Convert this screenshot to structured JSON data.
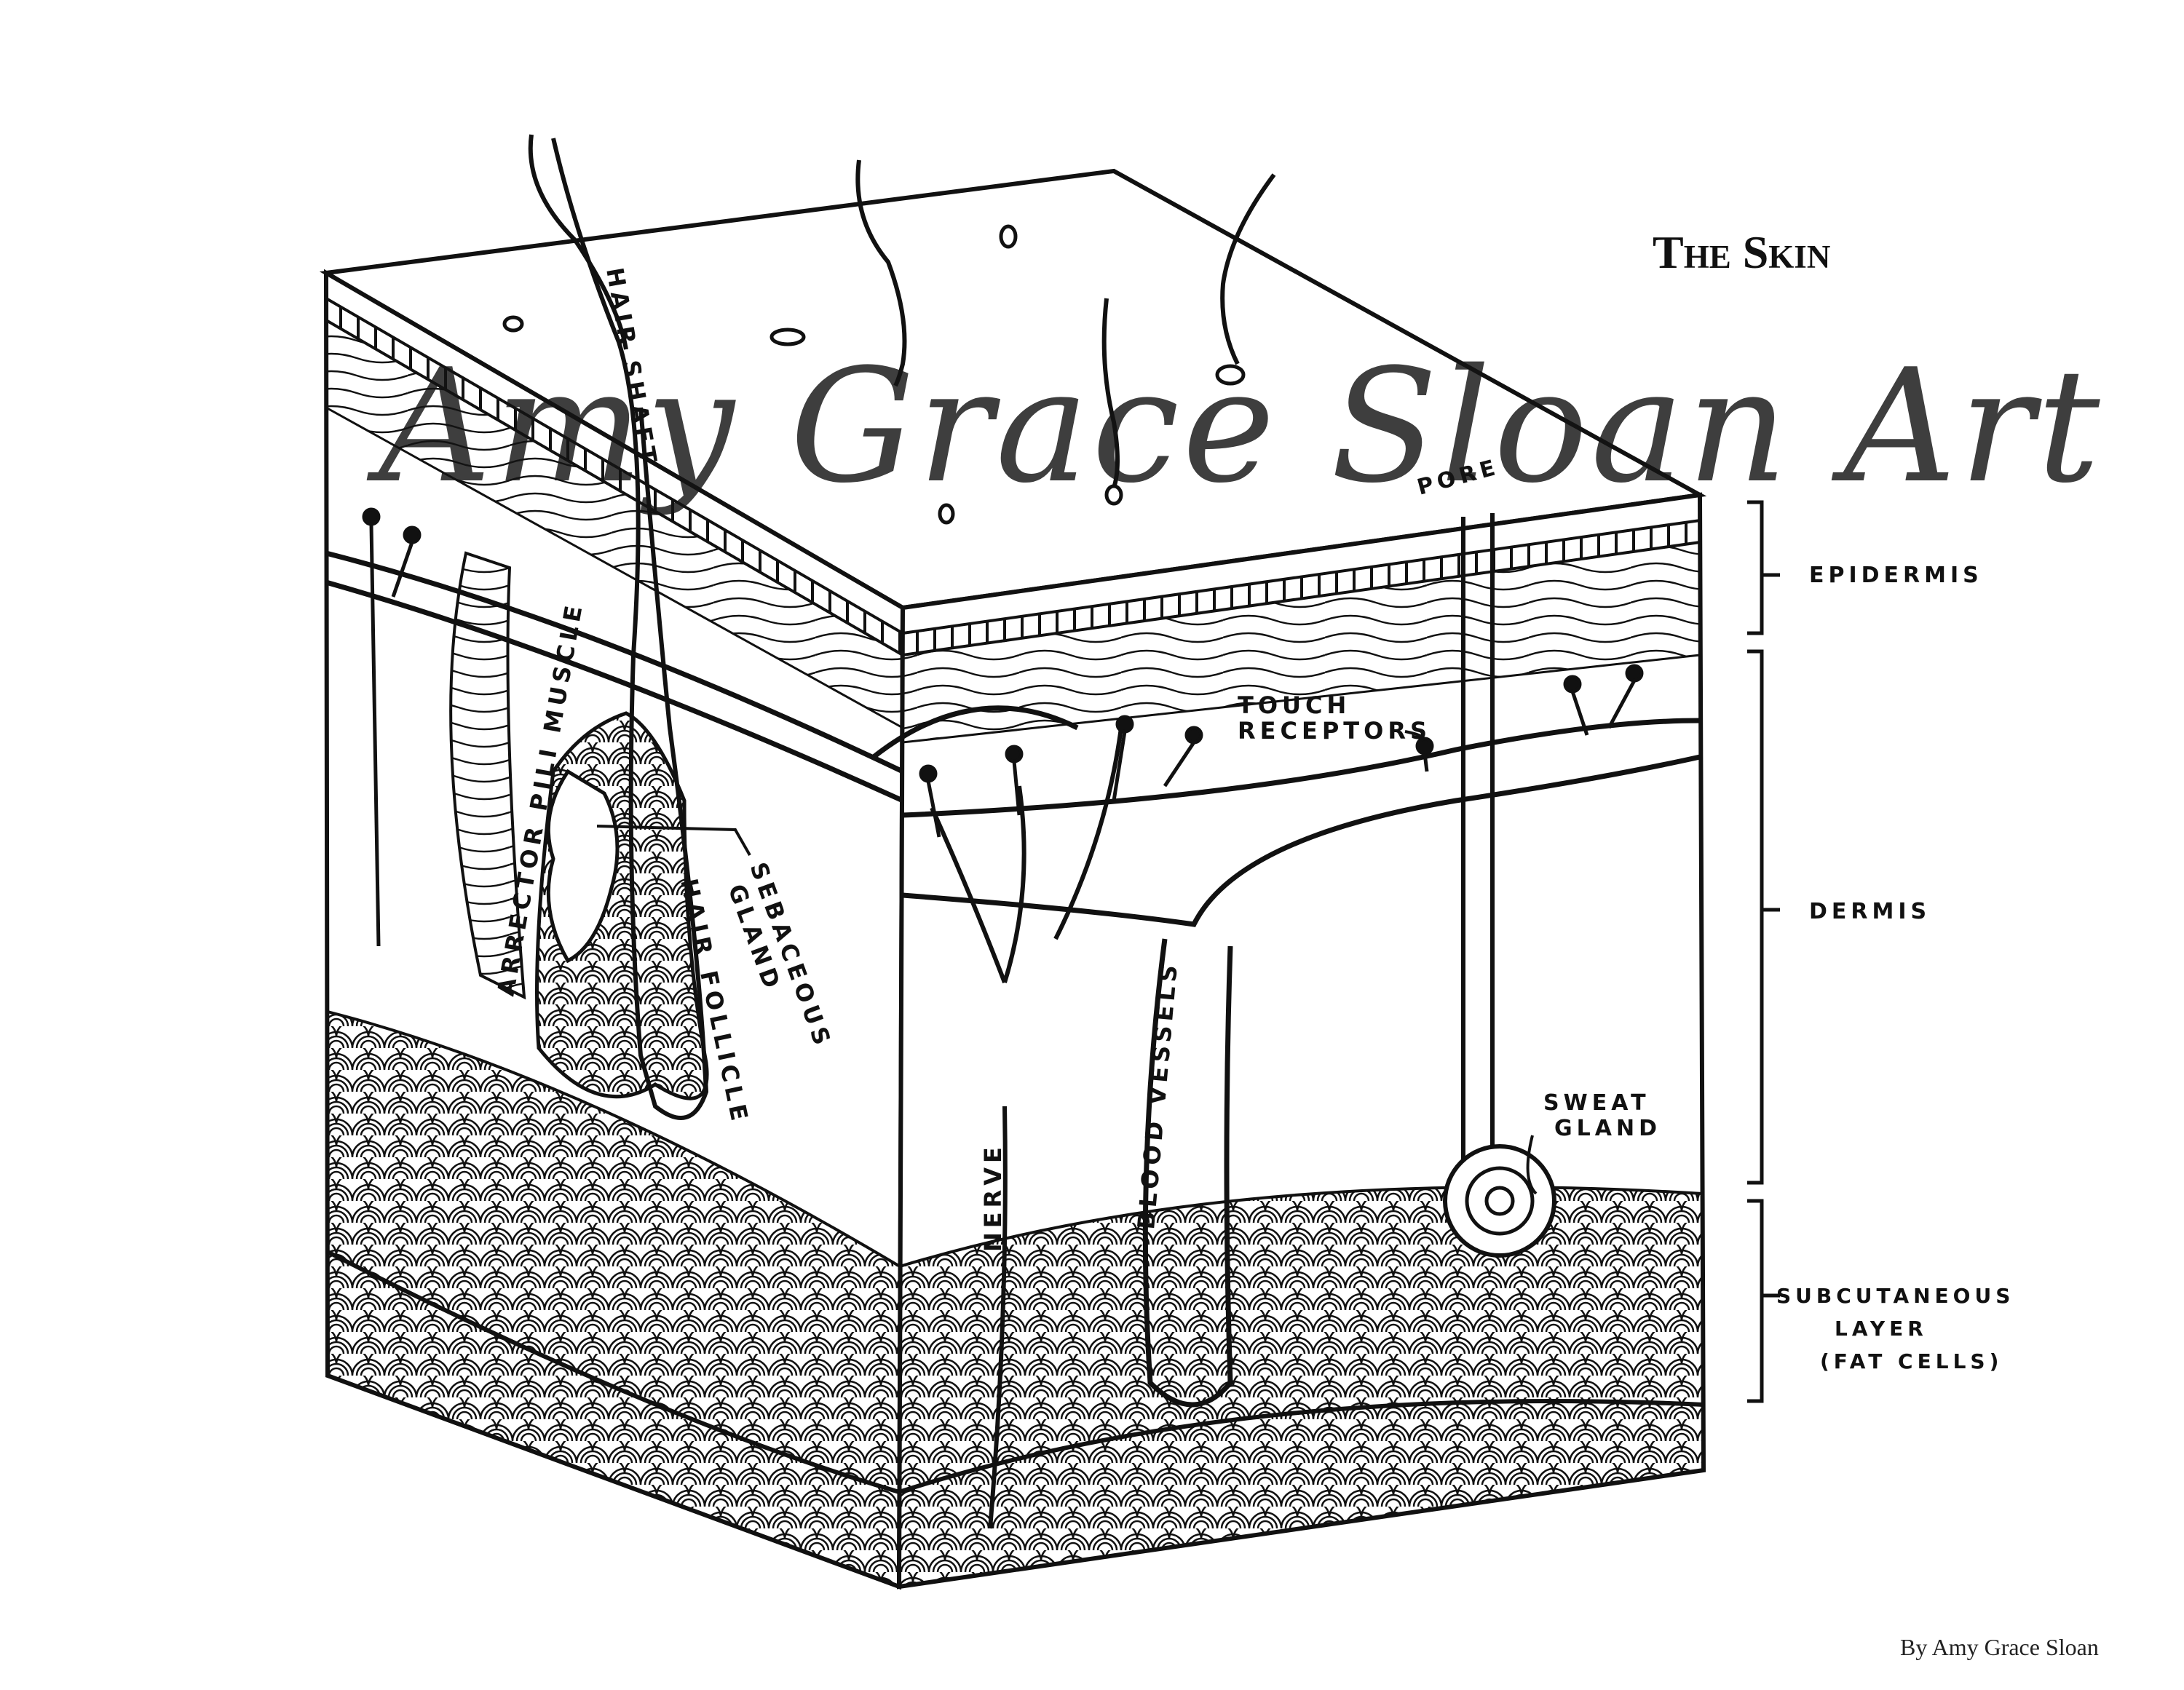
{
  "title": "The Skin",
  "credit": "By Amy Grace Sloan",
  "watermark": "Amy Grace Sloan Art",
  "labels": {
    "hair_shaft": "HAIR SHAFT",
    "pore": "PORE",
    "touch_receptors_1": "TOUCH",
    "touch_receptors_2": "RECEPTORS",
    "arrector": "ARRECTOR PILI MUSCLE",
    "sebaceous_1": "SEBACEOUS",
    "sebaceous_2": "GLAND",
    "hair_follicle": "HAIR FOLLICLE",
    "nerve": "NERVE",
    "blood_vessels": "BLOOD VESSELS",
    "sweat_1": "SWEAT",
    "sweat_2": "GLAND"
  },
  "layers": {
    "epidermis": "EPIDERMIS",
    "dermis": "DERMIS",
    "subcutaneous_1": "SUBCUTANEOUS",
    "subcutaneous_2": "LAYER",
    "subcutaneous_3": "(FAT CELLS)"
  }
}
